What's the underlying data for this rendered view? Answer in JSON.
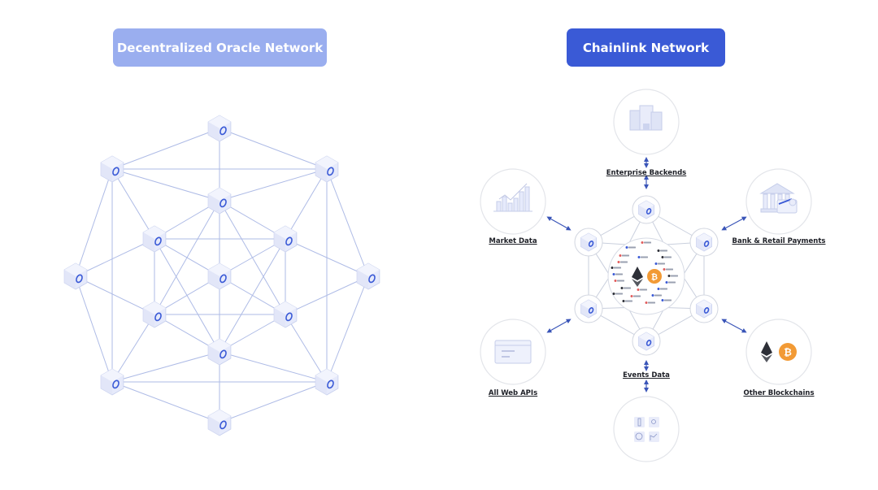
{
  "titles": {
    "left": "Decentralized Oracle Network",
    "right": "Chainlink Network"
  },
  "colors": {
    "title_left_bg": "#9aaeef",
    "title_right_bg": "#3a5ad6",
    "edge": "#aebbe6",
    "node_face": "#e6eafb",
    "link_icon": "#3a5ad6",
    "circle_border": "#e3e5ea",
    "arrow": "#3a55b8",
    "bitcoin": "#f29a35",
    "ethereum": "#2d2f37"
  },
  "left_network": {
    "nodes": [
      "top",
      "top-left",
      "top-right",
      "upper-center",
      "inner-upper-left",
      "inner-upper-right",
      "left",
      "center",
      "right",
      "inner-lower-left",
      "inner-lower-right",
      "lower-center",
      "bottom-left",
      "bottom-right",
      "bottom"
    ],
    "edges": [
      [
        "top",
        "top-left"
      ],
      [
        "top",
        "top-right"
      ],
      [
        "top",
        "upper-center"
      ],
      [
        "top-left",
        "top-right"
      ],
      [
        "top-left",
        "upper-center"
      ],
      [
        "top-right",
        "upper-center"
      ],
      [
        "top-left",
        "inner-upper-left"
      ],
      [
        "top-left",
        "left"
      ],
      [
        "top-left",
        "bottom-left"
      ],
      [
        "top-right",
        "inner-upper-right"
      ],
      [
        "top-right",
        "right"
      ],
      [
        "top-right",
        "bottom-right"
      ],
      [
        "upper-center",
        "inner-upper-left"
      ],
      [
        "upper-center",
        "inner-upper-right"
      ],
      [
        "upper-center",
        "center"
      ],
      [
        "upper-center",
        "inner-lower-left"
      ],
      [
        "upper-center",
        "inner-lower-right"
      ],
      [
        "inner-upper-left",
        "inner-upper-right"
      ],
      [
        "inner-upper-left",
        "left"
      ],
      [
        "inner-upper-left",
        "center"
      ],
      [
        "inner-upper-left",
        "inner-lower-left"
      ],
      [
        "inner-upper-left",
        "lower-center"
      ],
      [
        "inner-upper-right",
        "right"
      ],
      [
        "inner-upper-right",
        "center"
      ],
      [
        "inner-upper-right",
        "inner-lower-right"
      ],
      [
        "inner-upper-right",
        "lower-center"
      ],
      [
        "left",
        "inner-lower-left"
      ],
      [
        "left",
        "bottom-left"
      ],
      [
        "right",
        "inner-lower-right"
      ],
      [
        "right",
        "bottom-right"
      ],
      [
        "center",
        "inner-lower-left"
      ],
      [
        "center",
        "inner-lower-right"
      ],
      [
        "center",
        "lower-center"
      ],
      [
        "inner-lower-left",
        "inner-lower-right"
      ],
      [
        "inner-lower-left",
        "lower-center"
      ],
      [
        "inner-lower-left",
        "bottom-left"
      ],
      [
        "inner-lower-right",
        "lower-center"
      ],
      [
        "inner-lower-right",
        "bottom-right"
      ],
      [
        "lower-center",
        "bottom-left"
      ],
      [
        "lower-center",
        "bottom-right"
      ],
      [
        "lower-center",
        "bottom"
      ],
      [
        "bottom-left",
        "bottom-right"
      ],
      [
        "bottom-left",
        "bottom"
      ],
      [
        "bottom-right",
        "bottom"
      ]
    ]
  },
  "right_network": {
    "hub_nodes": [
      "top",
      "upper-left",
      "upper-right",
      "lower-left",
      "lower-right",
      "bottom"
    ],
    "hub_logos": [
      "Chainlink",
      "Decentraland",
      "SYNTHETIX",
      "Aave",
      "Polygon",
      "Terra",
      "Arcade",
      "Compound",
      "Kyber",
      "Yearn",
      "Band",
      "Uniswap",
      "Celsius",
      "Curve",
      "Loopring",
      "Bancor",
      "Balancer",
      "Fantom",
      "1inch",
      "Matic",
      "Avalanche",
      "Sushi",
      "Harmony"
    ],
    "sources": [
      {
        "id": "enterprise",
        "label": "Enterprise Backends",
        "icon": "building-icon"
      },
      {
        "id": "market",
        "label": "Market Data",
        "icon": "chart-icon"
      },
      {
        "id": "bank",
        "label": "Bank & Retail Payments",
        "icon": "bank-card-icon"
      },
      {
        "id": "apis",
        "label": "All Web APIs",
        "icon": "browser-window-icon"
      },
      {
        "id": "events",
        "label": "Events Data",
        "icon": "sensors-grid-icon"
      },
      {
        "id": "blockchains",
        "label": "Other Blockchains",
        "icon": "eth-btc-icon"
      }
    ]
  }
}
